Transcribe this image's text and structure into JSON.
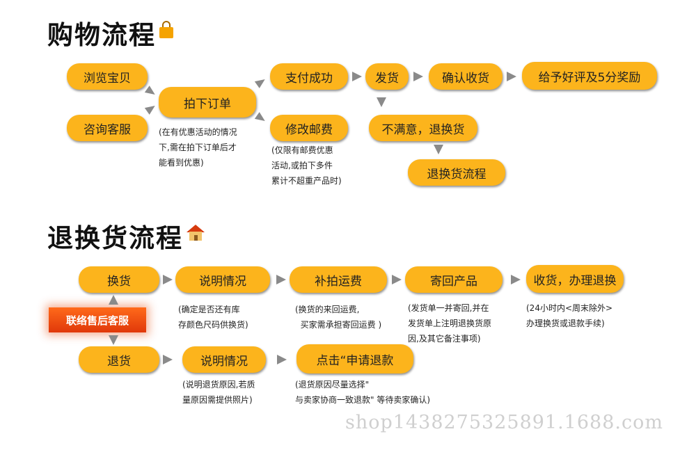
{
  "section1": {
    "title": "购物流程",
    "icon": "shopping-bag-icon",
    "steps": {
      "browse": "浏览宝贝",
      "consult": "咨询客服",
      "order": "拍下订单",
      "pay": "支付成功",
      "modify_postage": "修改邮费",
      "ship": "发货",
      "confirm": "确认收货",
      "review": "给予好评及5分奖励",
      "unsatisfied": "不满意，退换货",
      "return_flow": "退换货流程"
    },
    "notes": {
      "order_note": "(在有优惠活动的情况\n下,需在拍下订单后才\n能看到优惠)",
      "postage_note": "(仅限有邮费优惠\n活动,或拍下多件\n累计不超重产品时)"
    }
  },
  "section2": {
    "title": "退换货流程",
    "icon": "house-icon",
    "service_button": "联络售后客服",
    "steps": {
      "exchange": "换货",
      "explain1": "说明情况",
      "repay_shipping": "补拍运费",
      "send_back": "寄回产品",
      "receive": "收货，办理退换",
      "refund": "退货",
      "explain2": "说明情况",
      "apply_refund": "点击“申请退款"
    },
    "notes": {
      "explain1_note": "(确定是否还有库\n存颜色尺码供换货)",
      "shipping_note": "(换货的来回运费,\n  买家需承担寄回运费 )",
      "sendback_note": "(发货单一并寄回,并在\n发货单上注明退换货原\n因,及其它备注事项)",
      "receive_note": "(24小时内<周末除外>\n办理换货或退款手续)",
      "explain2_note": "(说明退货原因,若质\n量原因需提供照片)",
      "refund_note": "(退货原因尽量选择\"\n与卖家协商一致退款\" 等待卖家确认)"
    }
  },
  "watermark": "shop1438275325891.1688.com",
  "colors": {
    "pill": "#fcb41c",
    "arrow": "#8a8a8a",
    "service": "#e94e12"
  }
}
